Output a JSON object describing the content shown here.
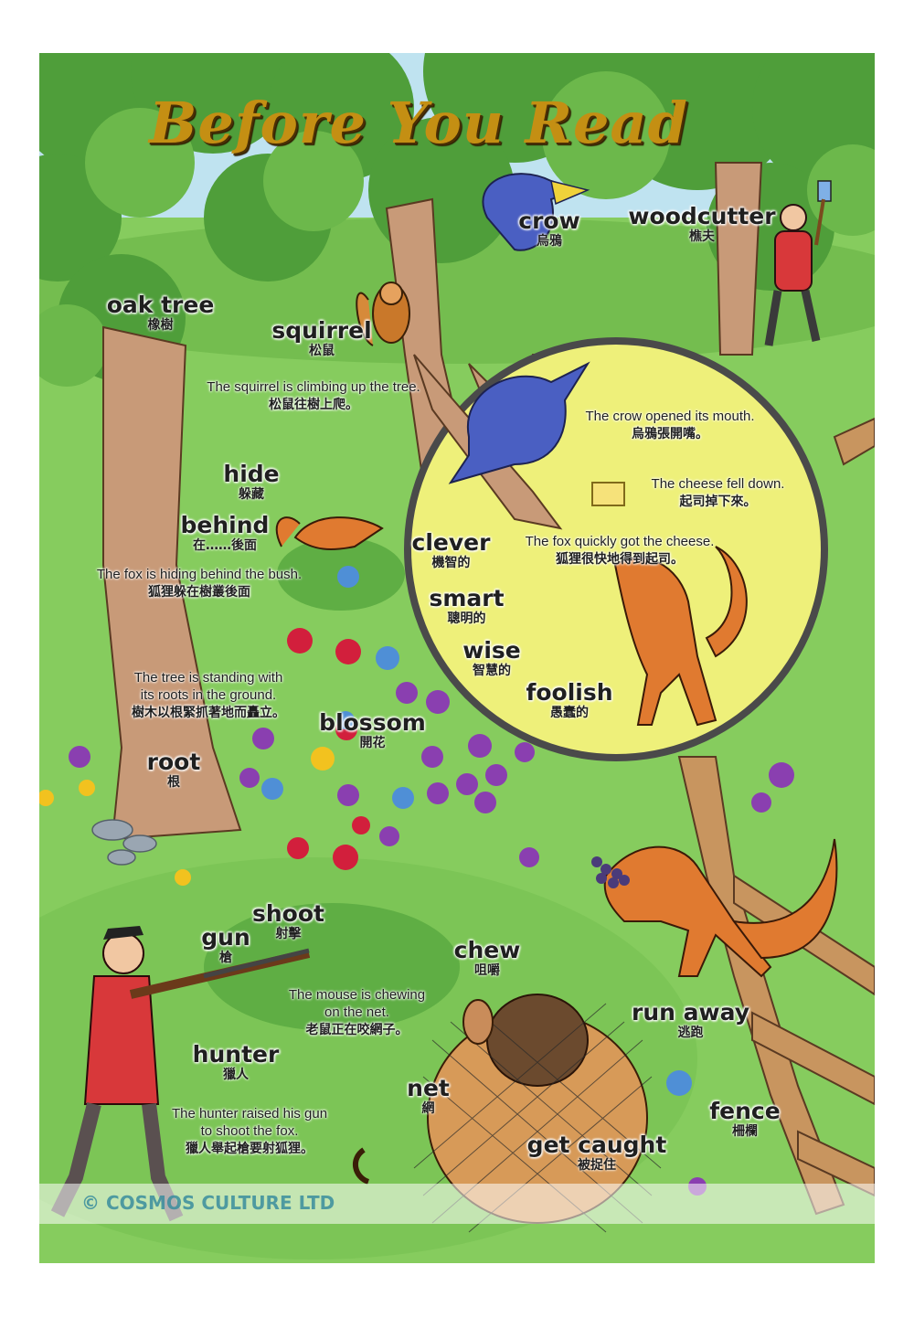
{
  "title": "Before You Read",
  "copyright": "© COSMOS CULTURE LTD",
  "vocabulary": {
    "crow": {
      "en": "crow",
      "zh": "烏鴉"
    },
    "woodcutter": {
      "en": "woodcutter",
      "zh": "樵夫"
    },
    "oak_tree": {
      "en": "oak tree",
      "zh": "橡樹"
    },
    "squirrel": {
      "en": "squirrel",
      "zh": "松鼠"
    },
    "hide": {
      "en": "hide",
      "zh": "躲藏"
    },
    "behind": {
      "en": "behind",
      "zh": "在……後面"
    },
    "clever": {
      "en": "clever",
      "zh": "機智的"
    },
    "smart": {
      "en": "smart",
      "zh": "聰明的"
    },
    "wise": {
      "en": "wise",
      "zh": "智慧的"
    },
    "foolish": {
      "en": "foolish",
      "zh": "愚蠢的"
    },
    "blossom": {
      "en": "blossom",
      "zh": "開花"
    },
    "root": {
      "en": "root",
      "zh": "根"
    },
    "shoot": {
      "en": "shoot",
      "zh": "射擊"
    },
    "gun": {
      "en": "gun",
      "zh": "槍"
    },
    "chew": {
      "en": "chew",
      "zh": "咀嚼"
    },
    "hunter": {
      "en": "hunter",
      "zh": "獵人"
    },
    "run_away": {
      "en": "run away",
      "zh": "逃跑"
    },
    "net": {
      "en": "net",
      "zh": "網"
    },
    "fence": {
      "en": "fence",
      "zh": "柵欄"
    },
    "get_caught": {
      "en": "get caught",
      "zh": "被捉住"
    }
  },
  "sentences": {
    "squirrel": {
      "en": [
        "The squirrel is climbing up the tree."
      ],
      "zh": "松鼠往樹上爬。"
    },
    "crow_mouth": {
      "en": [
        "The crow opened its mouth."
      ],
      "zh": "烏鴉張開嘴。"
    },
    "cheese": {
      "en": [
        "The cheese fell down."
      ],
      "zh": "起司掉下來。"
    },
    "fox_cheese": {
      "en": [
        "The fox quickly got the cheese."
      ],
      "zh": "狐狸很快地得到起司。"
    },
    "fox_hiding": {
      "en": [
        "The fox is hiding behind the bush."
      ],
      "zh": "狐狸躲在樹叢後面"
    },
    "tree_roots": {
      "en": [
        "The tree is standing with",
        "its roots in the ground."
      ],
      "zh": "樹木以根緊抓著地而矗立。"
    },
    "mouse": {
      "en": [
        "The mouse is chewing",
        "on the net."
      ],
      "zh": "老鼠正在咬網子。"
    },
    "hunter": {
      "en": [
        "The hunter raised his gun",
        "to shoot the fox."
      ],
      "zh": "獵人舉起槍要射狐狸。"
    }
  },
  "colors": {
    "title": "#c48f13",
    "grass": "#7fc85a",
    "sky": "#bfe3f0",
    "circle": "#eef07a",
    "copyright": "#3a8d9e"
  }
}
